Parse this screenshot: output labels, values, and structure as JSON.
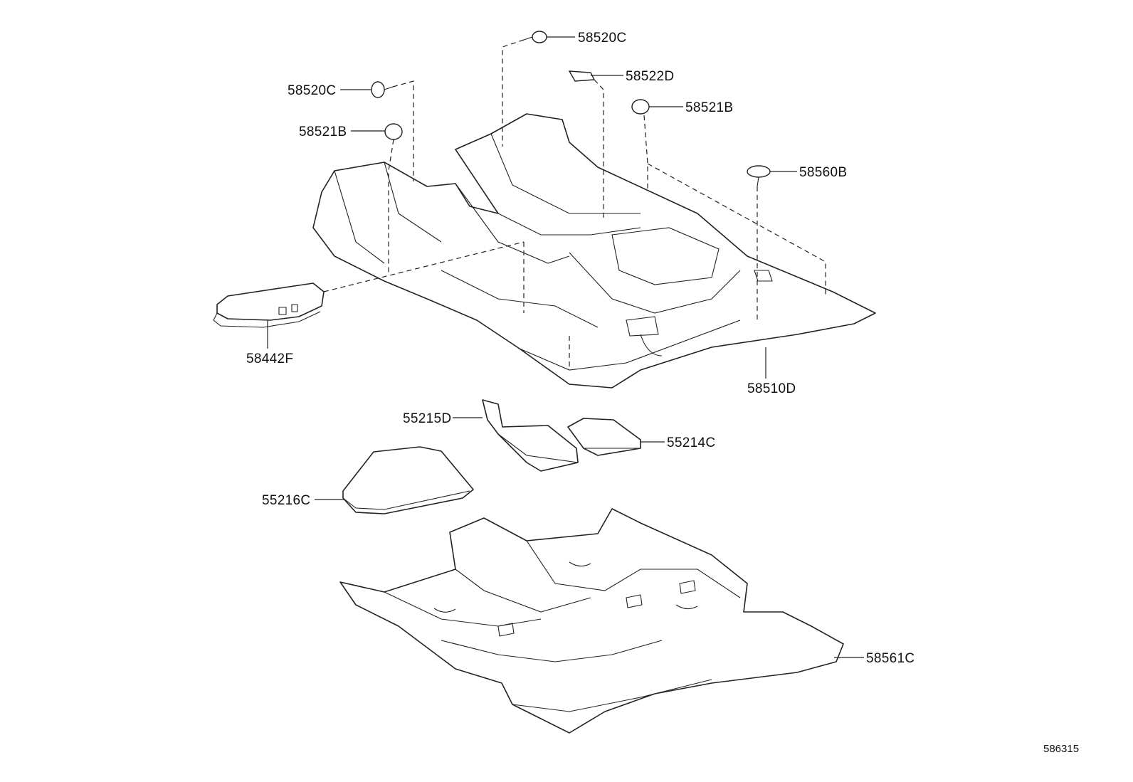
{
  "callouts": {
    "c58520C_top": "58520C",
    "c58520C_left": "58520C",
    "c58522D": "58522D",
    "c58521B_right": "58521B",
    "c58521B_left": "58521B",
    "c58560B": "58560B",
    "c58442F": "58442F",
    "c58510D": "58510D",
    "c55215D": "55215D",
    "c55214C": "55214C",
    "c55216C": "55216C",
    "c58561C": "58561C"
  },
  "reference_number": "586315",
  "colors": {
    "line": "#222222",
    "background": "#ffffff"
  }
}
